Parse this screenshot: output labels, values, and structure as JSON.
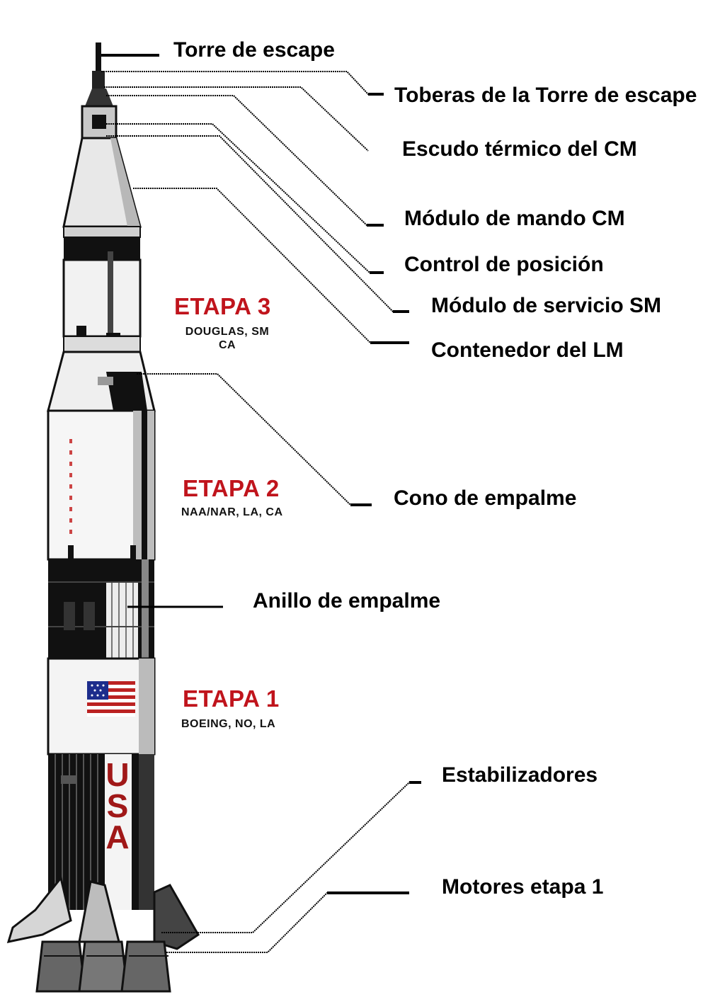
{
  "colors": {
    "stage_title": "#c0141c",
    "leader": "#000000",
    "rocket_white": "#f2f2f2",
    "rocket_grey": "#b8b8b8",
    "rocket_black": "#111111",
    "usa_red": "#a01818",
    "flag_blue": "#1d2d8c"
  },
  "labels": {
    "escape_tower": "Torre de escape",
    "escape_nozzles": "Toberas de la Torre de escape",
    "heat_shield": "Escudo térmico del CM",
    "command_module": "Módulo de mando CM",
    "attitude_control": "Control de posición",
    "service_module": "Módulo de servicio SM",
    "lm_container": "Contenedor del LM",
    "interstage_cone": "Cono de empalme",
    "interstage_ring": "Anillo de empalme",
    "fins": "Estabilizadores",
    "engines": "Motores etapa 1"
  },
  "stages": {
    "stage3": {
      "title": "ETAPA 3",
      "line1": "DOUGLAS, SM",
      "line2": "CA"
    },
    "stage2": {
      "title": "ETAPA 2",
      "line1": "NAA/NAR, LA, CA"
    },
    "stage1": {
      "title": "ETAPA 1",
      "line1": "BOEING, NO, LA"
    }
  },
  "rocket": {
    "markings": [
      "U",
      "S",
      "A"
    ],
    "icons": [
      "saturn-v-rocket-icon",
      "us-flag-icon"
    ]
  }
}
